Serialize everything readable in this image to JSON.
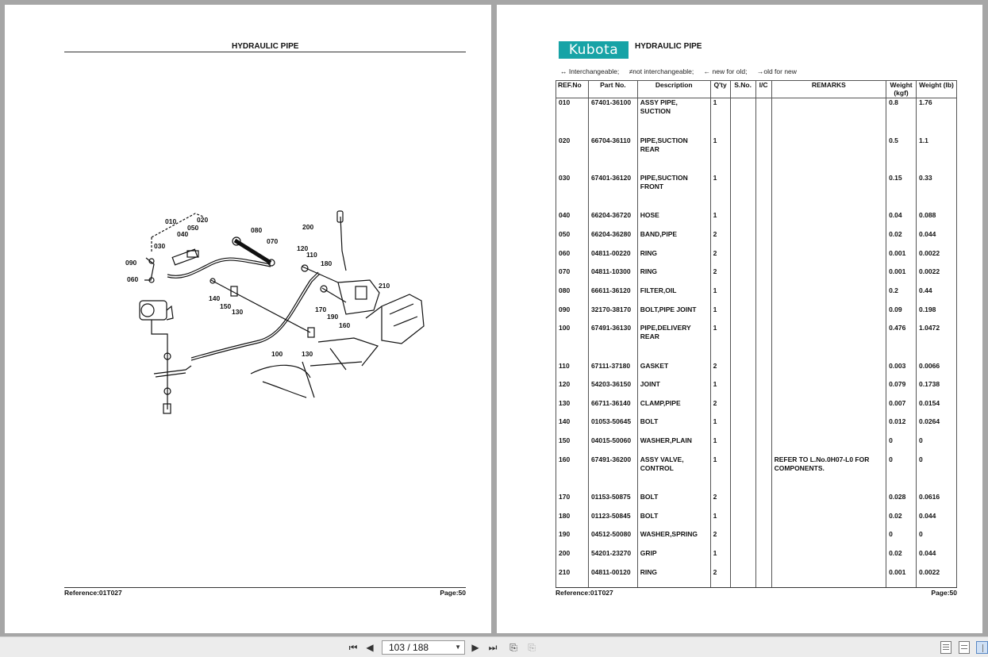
{
  "left_page": {
    "title": "HYDRAULIC PIPE",
    "reference": "Reference:01T027",
    "page": "Page:50",
    "callouts": [
      "010",
      "020",
      "050",
      "040",
      "030",
      "080",
      "070",
      "090",
      "060",
      "200",
      "120",
      "110",
      "180",
      "210",
      "140",
      "150",
      "130",
      "170",
      "190",
      "160",
      "100",
      "130"
    ]
  },
  "right_page": {
    "logo": "Kubota",
    "title": "HYDRAULIC PIPE",
    "legend": {
      "interchangeable": "↔ Interchangeable;",
      "not_interchangeable": "≠not interchangeable;",
      "new_for_old": "← new for old;",
      "old_for_new": "→old for new"
    },
    "columns": [
      "REF.No",
      "Part No.",
      "Description",
      "Q'ty",
      "S.No.",
      "I/C",
      "REMARKS",
      "Weight (kgf)",
      "Weight (lb)"
    ],
    "rows": [
      {
        "ref": "010",
        "part": "67401-36100",
        "desc": "ASSY PIPE, SUCTION",
        "qty": "1",
        "remarks": "",
        "kgf": "0.8",
        "lb": "1.76"
      },
      {
        "ref": "020",
        "part": "66704-36110",
        "desc": "PIPE,SUCTION REAR",
        "qty": "1",
        "remarks": "",
        "kgf": "0.5",
        "lb": "1.1"
      },
      {
        "ref": "030",
        "part": "67401-36120",
        "desc": "PIPE,SUCTION FRONT",
        "qty": "1",
        "remarks": "",
        "kgf": "0.15",
        "lb": "0.33"
      },
      {
        "ref": "040",
        "part": "66204-36720",
        "desc": "HOSE",
        "qty": "1",
        "remarks": "",
        "kgf": "0.04",
        "lb": "0.088"
      },
      {
        "ref": "050",
        "part": "66204-36280",
        "desc": "BAND,PIPE",
        "qty": "2",
        "remarks": "",
        "kgf": "0.02",
        "lb": "0.044"
      },
      {
        "ref": "060",
        "part": "04811-00220",
        "desc": "RING",
        "qty": "2",
        "remarks": "",
        "kgf": "0.001",
        "lb": "0.0022"
      },
      {
        "ref": "070",
        "part": "04811-10300",
        "desc": "RING",
        "qty": "2",
        "remarks": "",
        "kgf": "0.001",
        "lb": "0.0022"
      },
      {
        "ref": "080",
        "part": "66611-36120",
        "desc": "FILTER,OIL",
        "qty": "1",
        "remarks": "",
        "kgf": "0.2",
        "lb": "0.44"
      },
      {
        "ref": "090",
        "part": "32170-38170",
        "desc": "BOLT,PIPE JOINT",
        "qty": "1",
        "remarks": "",
        "kgf": "0.09",
        "lb": "0.198"
      },
      {
        "ref": "100",
        "part": "67491-36130",
        "desc": "PIPE,DELIVERY REAR",
        "qty": "1",
        "remarks": "",
        "kgf": "0.476",
        "lb": "1.0472"
      },
      {
        "ref": "110",
        "part": "67111-37180",
        "desc": "GASKET",
        "qty": "2",
        "remarks": "",
        "kgf": "0.003",
        "lb": "0.0066"
      },
      {
        "ref": "120",
        "part": "54203-36150",
        "desc": "JOINT",
        "qty": "1",
        "remarks": "",
        "kgf": "0.079",
        "lb": "0.1738"
      },
      {
        "ref": "130",
        "part": "66711-36140",
        "desc": "CLAMP,PIPE",
        "qty": "2",
        "remarks": "",
        "kgf": "0.007",
        "lb": "0.0154"
      },
      {
        "ref": "140",
        "part": "01053-50645",
        "desc": "BOLT",
        "qty": "1",
        "remarks": "",
        "kgf": "0.012",
        "lb": "0.0264"
      },
      {
        "ref": "150",
        "part": "04015-50060",
        "desc": "WASHER,PLAIN",
        "qty": "1",
        "remarks": "",
        "kgf": "0",
        "lb": "0"
      },
      {
        "ref": "160",
        "part": "67491-36200",
        "desc": "ASSY VALVE, CONTROL",
        "qty": "1",
        "remarks": "REFER TO L.No.0H07-L0 FOR COMPONENTS.",
        "kgf": "0",
        "lb": "0"
      },
      {
        "ref": "170",
        "part": "01153-50875",
        "desc": "BOLT",
        "qty": "2",
        "remarks": "",
        "kgf": "0.028",
        "lb": "0.0616"
      },
      {
        "ref": "180",
        "part": "01123-50845",
        "desc": "BOLT",
        "qty": "1",
        "remarks": "",
        "kgf": "0.02",
        "lb": "0.044"
      },
      {
        "ref": "190",
        "part": "04512-50080",
        "desc": "WASHER,SPRING",
        "qty": "2",
        "remarks": "",
        "kgf": "0",
        "lb": "0"
      },
      {
        "ref": "200",
        "part": "54201-23270",
        "desc": "GRIP",
        "qty": "1",
        "remarks": "",
        "kgf": "0.02",
        "lb": "0.044"
      },
      {
        "ref": "210",
        "part": "04811-00120",
        "desc": "RING",
        "qty": "2",
        "remarks": "",
        "kgf": "0.001",
        "lb": "0.0022"
      }
    ],
    "reference": "Reference:01T027",
    "page": "Page:50"
  },
  "toolbar": {
    "page_indicator": "103 / 188",
    "icons": [
      "first-page-icon",
      "prev-page-icon",
      "next-page-icon",
      "last-page-icon",
      "rotate-icon",
      "rotate-back-icon",
      "single-page-icon",
      "continuous-icon",
      "two-page-icon"
    ]
  }
}
